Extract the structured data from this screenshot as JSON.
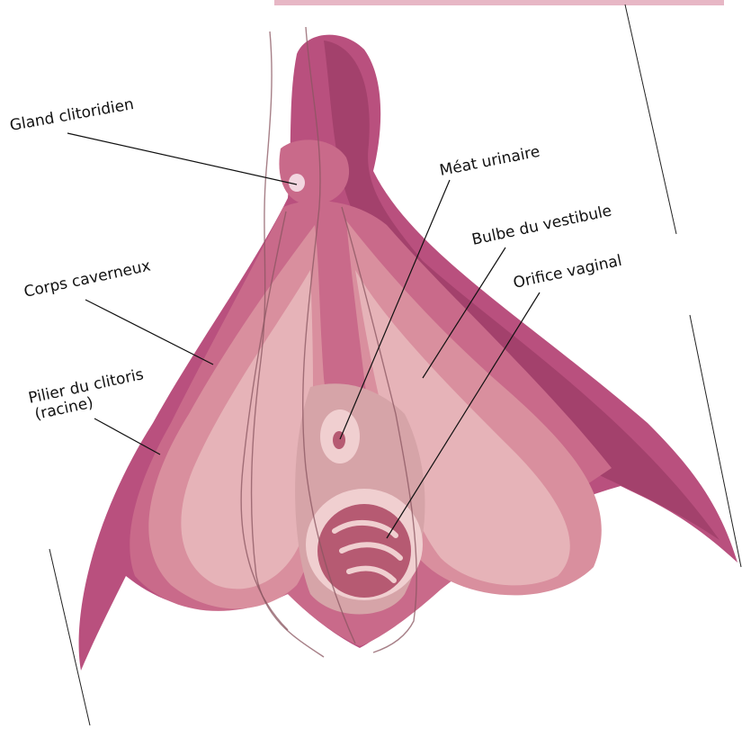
{
  "colors": {
    "outer": "#b9507e",
    "outer_dark": "#a3416c",
    "body": "#c96a8a",
    "bulb": "#d98f9e",
    "bulb_light": "#e6b3b8",
    "inner": "#f0cfd0",
    "vestibule": "#d6a4a8",
    "vagina": "#b65a72",
    "vagina_dark": "#8f3d58",
    "glans": "#f2d6e0",
    "lines": "#8a5560",
    "leader": "#111111"
  },
  "labels": {
    "glans": "Gland clitoridien",
    "meatus": "Méat urinaire",
    "bulb": "Bulbe du vestibule",
    "vaginal_orifice": "Orifice vaginal",
    "corpus": "Corps caverneux",
    "crus_line1": "Pilier du clitoris",
    "crus_line2": "(racine)"
  }
}
